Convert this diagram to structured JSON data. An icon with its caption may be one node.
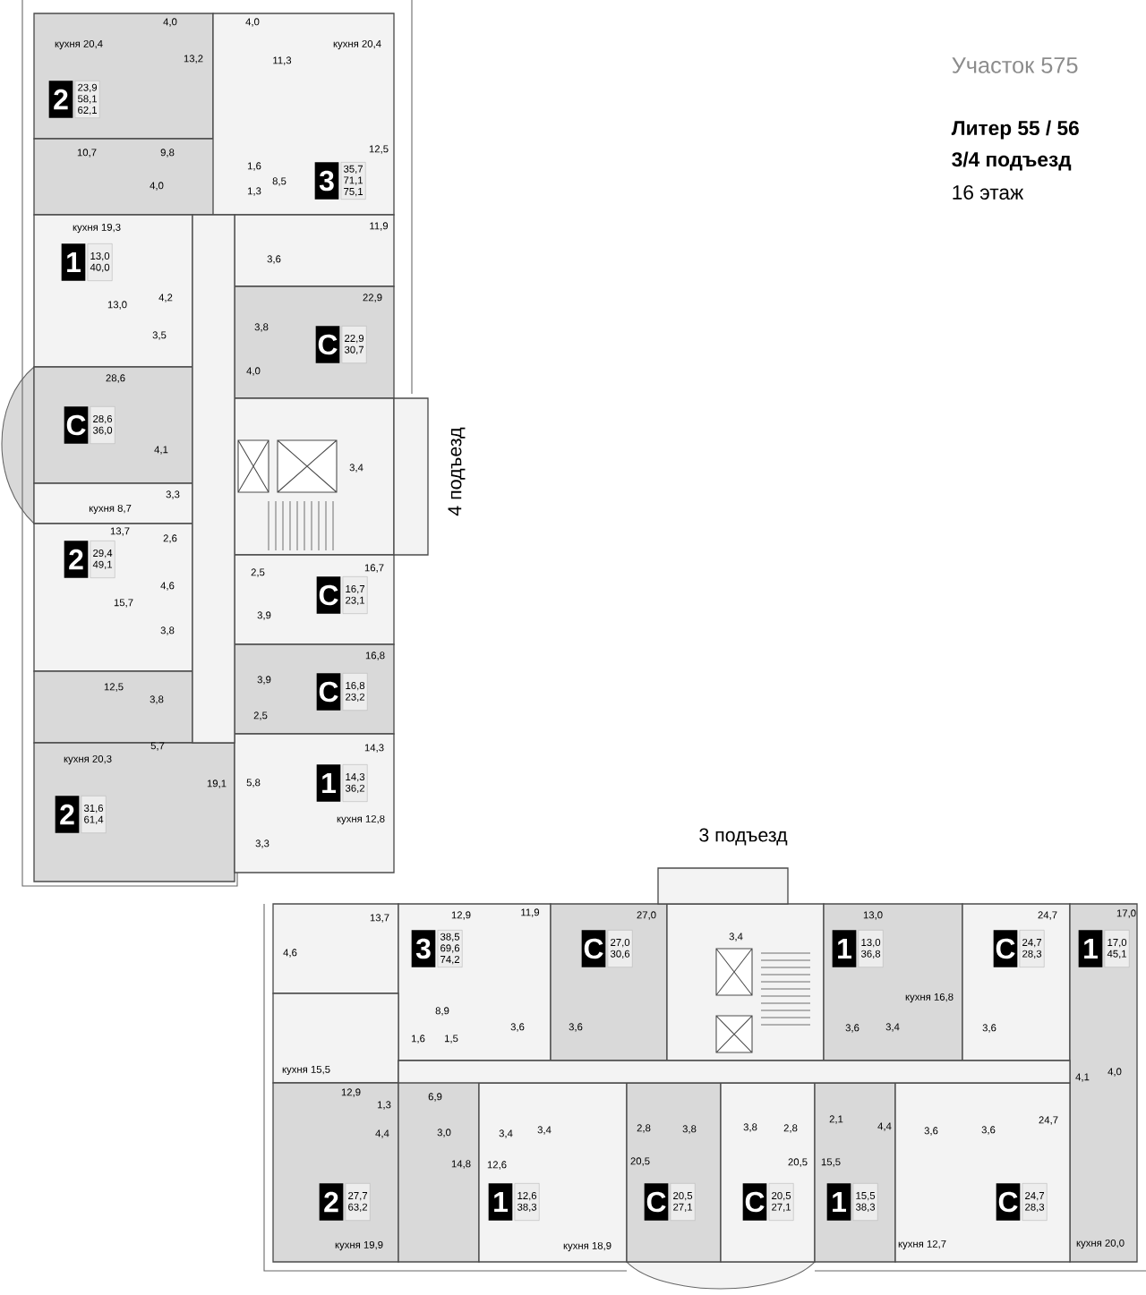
{
  "diagram": {
    "nodes": [
      {
        "text": [
          "2"
        ],
        "beside": [
          "23,9",
          "58,1",
          "62,1"
        ]
      },
      {
        "text": [
          "3"
        ],
        "beside": [
          "35,7",
          "71,1",
          "75,1"
        ]
      },
      {
        "text": [
          "1"
        ],
        "beside": [
          "13,0",
          "40,0"
        ]
      },
      {
        "text": [
          "С"
        ],
        "beside": [
          "22,9",
          "30,7"
        ]
      },
      {
        "text": [
          "С"
        ],
        "beside": [
          "28,6",
          "36,0"
        ]
      },
      {
        "text": [
          "2"
        ],
        "beside": [
          "29,4",
          "49,1"
        ]
      },
      {
        "text": [
          "С"
        ],
        "beside": [
          "16,7",
          "23,1"
        ]
      },
      {
        "text": [
          "С"
        ],
        "beside": [
          "16,8",
          "23,2"
        ]
      },
      {
        "text": [
          "1"
        ],
        "beside": [
          "14,3",
          "36,2"
        ]
      },
      {
        "text": [
          "2"
        ],
        "beside": [
          "31,6",
          "61,4"
        ]
      },
      {
        "text": [
          "3"
        ],
        "beside": [
          "38,5",
          "69,6",
          "74,2"
        ]
      },
      {
        "text": [
          "С"
        ],
        "beside": [
          "27,0",
          "30,6"
        ]
      },
      {
        "text": [
          "1"
        ],
        "beside": [
          "13,0",
          "36,8"
        ]
      },
      {
        "text": [
          "С"
        ],
        "beside": [
          "24,7",
          "28,3"
        ]
      },
      {
        "text": [
          "1"
        ],
        "beside": [
          "17,0",
          "45,1"
        ]
      },
      {
        "text": [
          "2"
        ],
        "beside": [
          "27,7",
          "63,2"
        ]
      },
      {
        "text": [
          "1"
        ],
        "beside": [
          "12,6",
          "38,3"
        ]
      },
      {
        "text": [
          "С"
        ],
        "beside": [
          "20,5",
          "27,1"
        ]
      },
      {
        "text": [
          "С"
        ],
        "beside": [
          "20,5",
          "27,1"
        ]
      },
      {
        "text": [
          "1"
        ],
        "beside": [
          "15,5",
          "38,3"
        ]
      },
      {
        "text": [
          "С"
        ],
        "beside": [
          "24,7",
          "28,3"
        ]
      }
    ],
    "labels": [
      "Участок 575",
      "Литер 55 / 56",
      "3/4 подъезд",
      "16 этаж",
      "4 подъезд",
      "кухня 20,4",
      "4,0",
      "4,0",
      "кухня 20,4",
      "13,2",
      "11,3",
      "10,7",
      "9,8",
      "12,5",
      "1,6",
      "4,0",
      "8,5",
      "1,3",
      "кухня 19,3",
      "11,9",
      "3,6",
      "4,2",
      "13,0",
      "22,9",
      "3,8",
      "3,5",
      "4,0",
      "28,6",
      "4,1",
      "3,4",
      "3,3",
      "кухня 8,7",
      "13,7",
      "2,6",
      "2,5",
      "16,7",
      "4,6",
      "15,7",
      "3,9",
      "3,8",
      "16,8",
      "3,9",
      "12,5",
      "3,8",
      "2,5",
      "кухня 20,3",
      "5,7",
      "14,3",
      "19,1",
      "5,8",
      "кухня 12,8",
      "3,3",
      "3 подъезд",
      "13,7",
      "12,9",
      "11,9",
      "27,0",
      "13,0",
      "24,7",
      "17,0",
      "3,4",
      "4,6",
      "кухня 16,8",
      "8,9",
      "3,6",
      "3,6",
      "3,6",
      "3,4",
      "3,6",
      "1,6",
      "1,5",
      "кухня 15,5",
      "4,1",
      "4,0",
      "6,9",
      "12,9",
      "1,3",
      "4,4",
      "3,0",
      "3,4",
      "3,4",
      "2,8",
      "3,8",
      "3,8",
      "2,8",
      "2,1",
      "4,4",
      "3,6",
      "3,6",
      "24,7",
      "14,8",
      "12,6",
      "20,5",
      "20,5",
      "15,5",
      "кухня 19,9",
      "кухня 18,9",
      "кухня 12,7",
      "кухня 20,0"
    ]
  }
}
